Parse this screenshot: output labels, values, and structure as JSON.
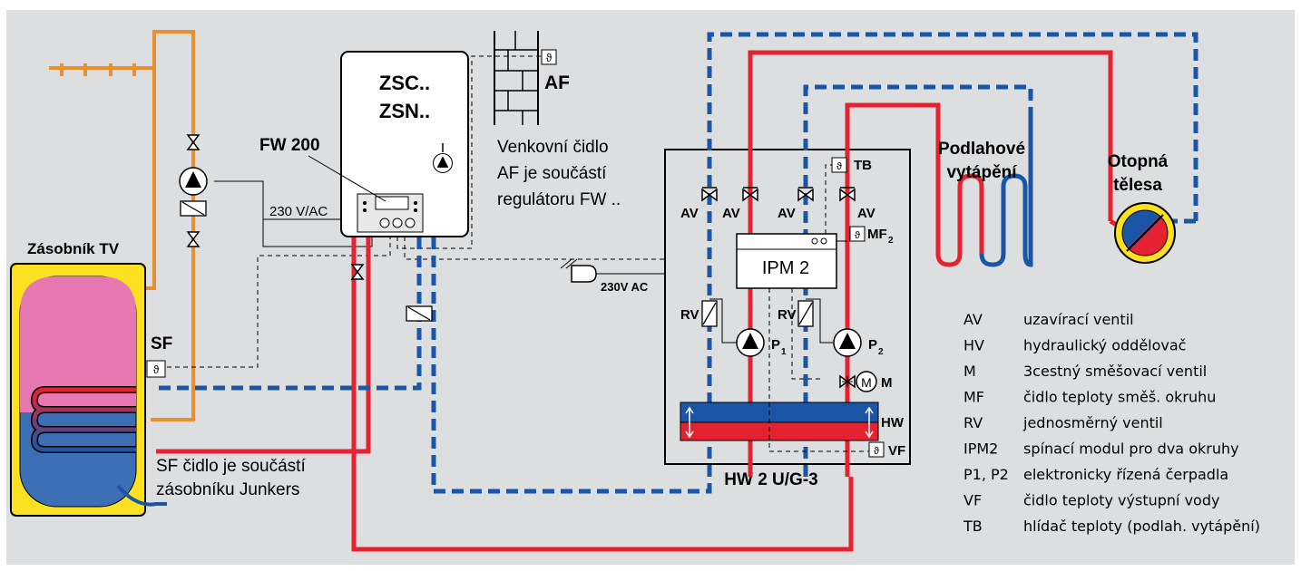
{
  "colors": {
    "background": "#dcdedf",
    "hot_pipe": "#e52330",
    "return_pipe": "#1a56a5",
    "hot_water_pipe": "#e8902f",
    "tank_jacket": "#fbe122",
    "tank_hot": "#e677b1",
    "tank_cold": "#3c6fb4"
  },
  "boiler": {
    "model_line1": "ZSC..",
    "model_line2": "ZSN..",
    "controller": "FW 200",
    "power": "230 V/AC"
  },
  "outdoor_sensor": {
    "code": "AF",
    "note_line1": "Venkovní čidlo",
    "note_line2": "AF je součástí",
    "note_line3": "regulátoru FW .."
  },
  "tank": {
    "title": "Zásobník TV",
    "sensor_code": "SF",
    "note_line1": "SF čidlo je součástí",
    "note_line2": "zásobníku Junkers"
  },
  "module": {
    "name": "HW 2 U/G-3",
    "ipm": "IPM 2",
    "power_plug": "230V AC",
    "tb": "TB",
    "mf": "MF",
    "mf_sub": "2",
    "vf": "VF",
    "hw": "HW",
    "av": "AV",
    "rv": "RV",
    "p1": "P",
    "p1_sub": "1",
    "p2": "P",
    "p2_sub": "2",
    "mixer": "M",
    "mixer_symbol": "M"
  },
  "sensor_symbol": "ϑ",
  "floor_heating": {
    "line1": "Podlahové",
    "line2": "vytápění"
  },
  "radiators": {
    "line1": "Otopná",
    "line2": "tělesa"
  },
  "legend": [
    {
      "code": "AV",
      "desc": "uzavírací ventil"
    },
    {
      "code": "HV",
      "desc": "hydraulický oddělovač"
    },
    {
      "code": "M",
      "desc": "3cestný směšovací ventil"
    },
    {
      "code": "MF",
      "desc": "čidlo teploty směš. okruhu"
    },
    {
      "code": "RV",
      "desc": "jednosměrný ventil"
    },
    {
      "code": "IPM2",
      "desc": "spínací modul pro dva okruhy"
    },
    {
      "code": "P1, P2",
      "desc": "elektronicky řízená čerpadla"
    },
    {
      "code": "VF",
      "desc": "čidlo teploty výstupní vody"
    },
    {
      "code": "TB",
      "desc": "hlídač teploty (podlah. vytápění)"
    }
  ]
}
